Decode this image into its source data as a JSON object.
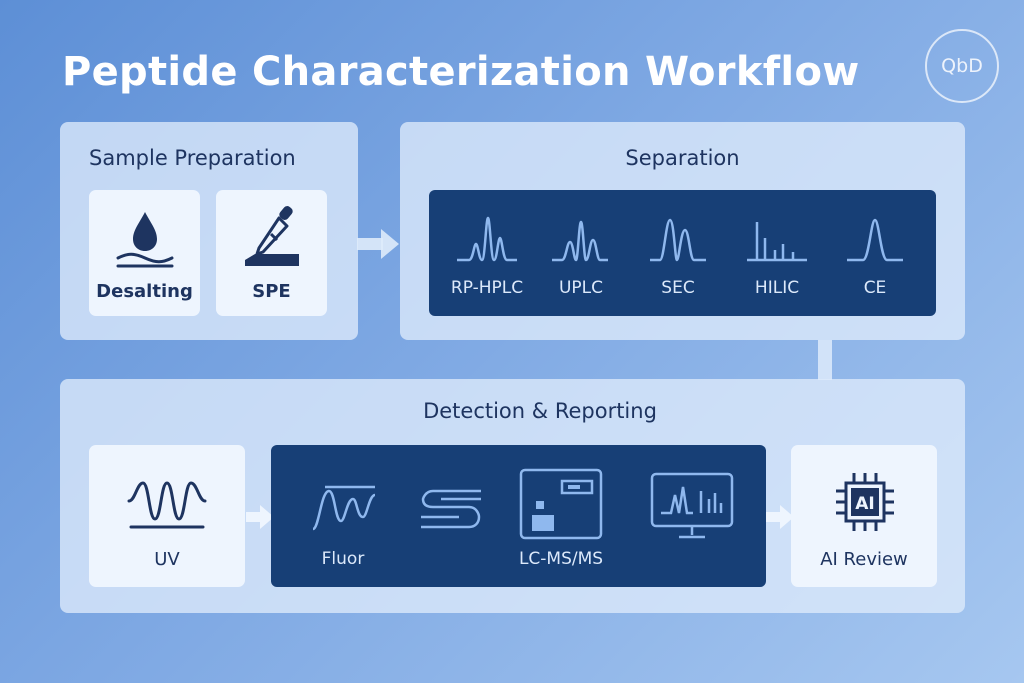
{
  "title": "Peptide Characterization Workflow",
  "badge": "QbD",
  "sample_prep": {
    "title": "Sample Preparation",
    "items": [
      {
        "label": "Desalting",
        "icon": "water-drop-icon"
      },
      {
        "label": "SPE",
        "icon": "pipette-icon"
      }
    ]
  },
  "separation": {
    "title": "Separation",
    "methods": [
      {
        "label": "RP-HPLC",
        "icon": "chromatogram-peaks-icon"
      },
      {
        "label": "UPLC",
        "icon": "chromatogram-peaks-icon"
      },
      {
        "label": "SEC",
        "icon": "chromatogram-peaks-icon"
      },
      {
        "label": "HILIC",
        "icon": "bar-peaks-icon"
      },
      {
        "label": "CE",
        "icon": "single-peak-icon"
      }
    ]
  },
  "detection": {
    "title": "Detection & Reporting",
    "uv": {
      "label": "UV",
      "icon": "wave-signal-icon"
    },
    "fluor": {
      "label": "Fluor",
      "icon": "fluorescence-curve-icon"
    },
    "lcms": {
      "label": "LC-MS/MS",
      "icons": [
        "tubing-coil-icon",
        "instrument-icon",
        "monitor-spectrum-icon"
      ]
    },
    "ai": {
      "label": "AI Review",
      "icon": "ai-chip-icon"
    }
  },
  "colors": {
    "background_start": "#5d8fd6",
    "background_end": "#a6c7f0",
    "panel": "#deebfb",
    "dark_box": "#173f76",
    "text_dark": "#1e3460"
  }
}
